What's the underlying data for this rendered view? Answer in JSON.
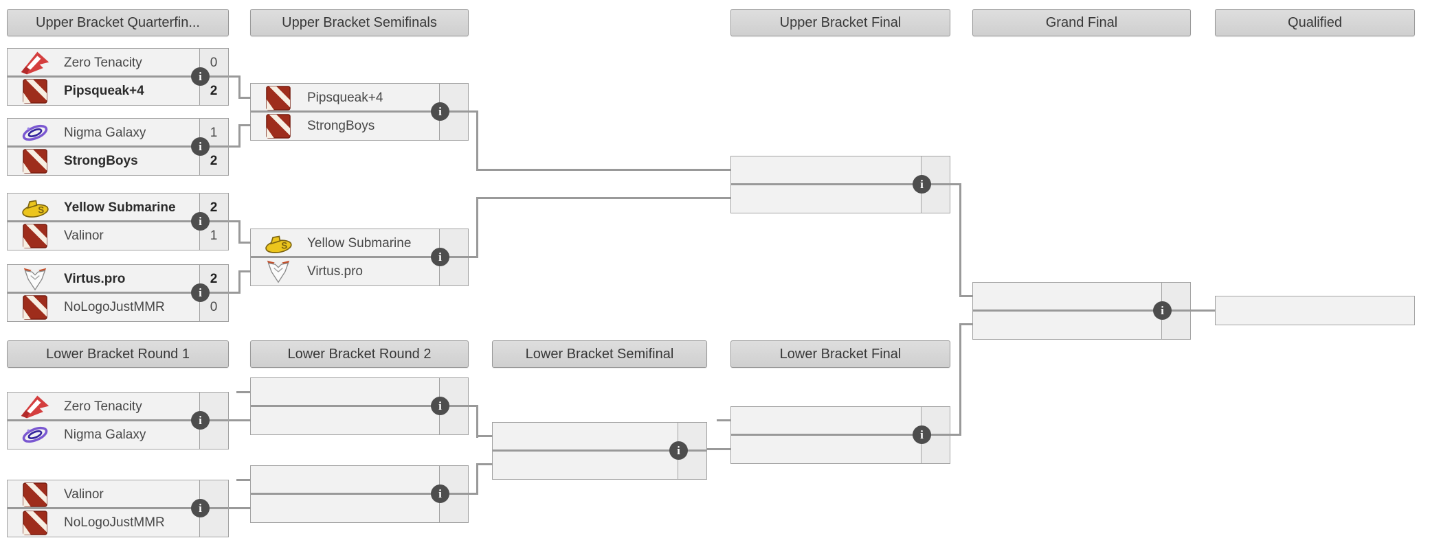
{
  "headers": {
    "upper_quarterfinals": "Upper Bracket Quarterfin...",
    "upper_semifinals": "Upper Bracket Semifinals",
    "upper_final": "Upper Bracket Final",
    "grand_final": "Grand Final",
    "qualified": "Qualified",
    "lower_round1": "Lower Bracket Round 1",
    "lower_round2": "Lower Bracket Round 2",
    "lower_semifinal": "Lower Bracket Semifinal",
    "lower_final": "Lower Bracket Final"
  },
  "icons": {
    "info": "i",
    "team_logos": [
      "zero-tenacity-logo",
      "dota2-logo",
      "nigma-galaxy-logo",
      "yellow-submarine-logo",
      "virtus-pro-logo"
    ]
  },
  "colors": {
    "header_bg": "#d6d6d6",
    "match_bg": "#f2f2f2",
    "connector": "#999999",
    "border": "#a2a2a2",
    "info_icon_bg": "#4d4d4d",
    "dota_red": "#9e2d1c",
    "zero_tenacity_red": "#d43e3e",
    "nigma_purple": "#7a57d1",
    "yellow_submarine_yellow": "#ecc51d",
    "virtus_orange": "#c4502c"
  },
  "matches": [
    {
      "id": "ub-qf-1",
      "slots": [
        {
          "name": "Zero Tenacity",
          "logo": "zero-tenacity",
          "score": "0",
          "winner": false
        },
        {
          "name": "Pipsqueak+4",
          "logo": "dota2",
          "score": "2",
          "winner": true
        }
      ]
    },
    {
      "id": "ub-qf-2",
      "slots": [
        {
          "name": "Nigma Galaxy",
          "logo": "nigma-galaxy",
          "score": "1",
          "winner": false
        },
        {
          "name": "StrongBoys",
          "logo": "dota2",
          "score": "2",
          "winner": true
        }
      ]
    },
    {
      "id": "ub-qf-3",
      "slots": [
        {
          "name": "Yellow Submarine",
          "logo": "yellow-submarine",
          "score": "2",
          "winner": true
        },
        {
          "name": "Valinor",
          "logo": "dota2",
          "score": "1",
          "winner": false
        }
      ]
    },
    {
      "id": "ub-qf-4",
      "slots": [
        {
          "name": "Virtus.pro",
          "logo": "virtus-pro",
          "score": "2",
          "winner": true
        },
        {
          "name": "NoLogoJustMMR",
          "logo": "dota2",
          "score": "0",
          "winner": false
        }
      ]
    },
    {
      "id": "ub-sf-1",
      "slots": [
        {
          "name": "Pipsqueak+4",
          "logo": "dota2",
          "score": "",
          "winner": false
        },
        {
          "name": "StrongBoys",
          "logo": "dota2",
          "score": "",
          "winner": false
        }
      ]
    },
    {
      "id": "ub-sf-2",
      "slots": [
        {
          "name": "Yellow Submarine",
          "logo": "yellow-submarine",
          "score": "",
          "winner": false
        },
        {
          "name": "Virtus.pro",
          "logo": "virtus-pro",
          "score": "",
          "winner": false
        }
      ]
    },
    {
      "id": "ub-final",
      "slots": [
        {
          "name": "",
          "logo": null,
          "score": "",
          "winner": false
        },
        {
          "name": "",
          "logo": null,
          "score": "",
          "winner": false
        }
      ]
    },
    {
      "id": "grand-final",
      "slots": [
        {
          "name": "",
          "logo": null,
          "score": "",
          "winner": false
        },
        {
          "name": "",
          "logo": null,
          "score": "",
          "winner": false
        }
      ]
    },
    {
      "id": "qualified",
      "slots": [
        {
          "name": "",
          "logo": null,
          "score": "",
          "winner": false
        }
      ]
    },
    {
      "id": "lb-r1-a",
      "slots": [
        {
          "name": "Zero Tenacity",
          "logo": "zero-tenacity",
          "score": "",
          "winner": false
        },
        {
          "name": "Nigma Galaxy",
          "logo": "nigma-galaxy",
          "score": "",
          "winner": false
        }
      ]
    },
    {
      "id": "lb-r1-b",
      "slots": [
        {
          "name": "Valinor",
          "logo": "dota2",
          "score": "",
          "winner": false
        },
        {
          "name": "NoLogoJustMMR",
          "logo": "dota2",
          "score": "",
          "winner": false
        }
      ]
    },
    {
      "id": "lb-r2-a",
      "slots": [
        {
          "name": "",
          "logo": null,
          "score": "",
          "winner": false
        },
        {
          "name": "",
          "logo": null,
          "score": "",
          "winner": false
        }
      ]
    },
    {
      "id": "lb-r2-b",
      "slots": [
        {
          "name": "",
          "logo": null,
          "score": "",
          "winner": false
        },
        {
          "name": "",
          "logo": null,
          "score": "",
          "winner": false
        }
      ]
    },
    {
      "id": "lb-sf",
      "slots": [
        {
          "name": "",
          "logo": null,
          "score": "",
          "winner": false
        },
        {
          "name": "",
          "logo": null,
          "score": "",
          "winner": false
        }
      ]
    },
    {
      "id": "lb-final",
      "slots": [
        {
          "name": "",
          "logo": null,
          "score": "",
          "winner": false
        },
        {
          "name": "",
          "logo": null,
          "score": "",
          "winner": false
        }
      ]
    }
  ]
}
